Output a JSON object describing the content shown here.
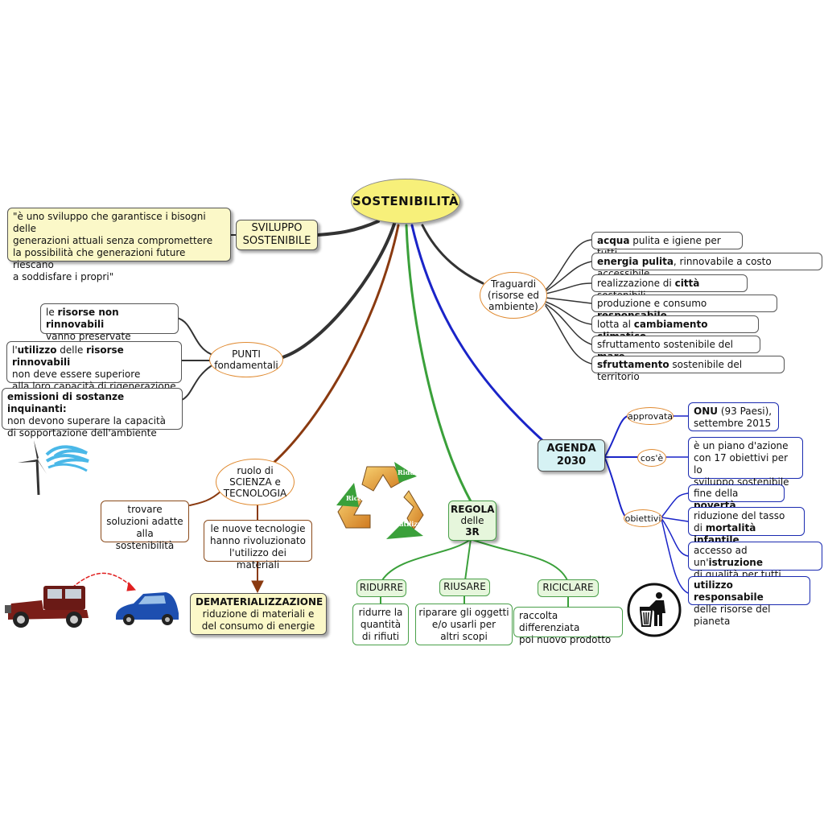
{
  "central": "SOSTENIBILITÀ",
  "sviluppo": {
    "label_line1": "SVILUPPO",
    "label_line2": "SOSTENIBILE",
    "definition": [
      "\"è uno sviluppo che garantisce i bisogni delle",
      "generazioni attuali senza compromettere",
      "la possibilità che generazioni future riescano",
      "a soddisfare i propri\""
    ]
  },
  "punti": {
    "label_line1": "PUNTI",
    "label_line2": "fondamentali",
    "item1": {
      "a": "le ",
      "b": "risorse non rinnovabili",
      "c": "vanno preservate"
    },
    "item2": {
      "a": "l'",
      "b": "utilizzo",
      "c": " delle ",
      "d": "risorse rinnovabili",
      "e": "non deve essere superiore",
      "f": "alla loro capacità di rigenerazione"
    },
    "item3": {
      "b": "emissioni di sostanze inquinanti:",
      "c": "non devono superare la capacità",
      "d": "di sopportazione dell'ambiente"
    }
  },
  "scienza": {
    "label_line1": "ruolo di",
    "label_line2": "SCIENZA e",
    "label_line3": "TECNOLOGIA",
    "trovare": [
      "trovare",
      "soluzioni adatte",
      "alla sostenibilità"
    ],
    "nuove": [
      "le nuove tecnologie",
      "hanno rivoluzionato",
      "l'utilizzo dei materiali"
    ],
    "demat_title": "DEMATERIALIZZAZIONE",
    "demat_text": [
      "riduzione di materiali e",
      "del consumo di energie"
    ]
  },
  "regola": {
    "line1": "REGOLA",
    "line2": "delle",
    "line3": "3R",
    "recycle_labels": {
      "riduci": "Riduci",
      "ricicla": "Ricicla",
      "riutilizza": "Riutilizza"
    },
    "ridurre": "RIDURRE",
    "riusare": "RIUSARE",
    "riciclare": "RICICLARE",
    "ridurre_desc": [
      "ridurre la",
      "quantità",
      "di rifiuti"
    ],
    "riusare_desc": [
      "riparare gli oggetti",
      "e/o usarli per",
      "altri scopi"
    ],
    "riciclare_desc": [
      "raccolta differenziata",
      "poi nuovo prodotto"
    ]
  },
  "traguardi": {
    "label_line1": "Traguardi",
    "label_line2": "(risorse ed",
    "label_line3": "ambiente)",
    "t1": {
      "b": "acqua",
      "r": " pulita e igiene per tutti"
    },
    "t2": {
      "b": "energia pulita",
      "r": ", rinnovabile a costo accessibile"
    },
    "t3": {
      "r1": "realizzazione di ",
      "b": "città",
      "r2": " sostenibili"
    },
    "t4": {
      "r1": "produzione e consumo ",
      "b": "responsabile"
    },
    "t5": {
      "r1": "lotta al ",
      "b": "cambiamento climatico"
    },
    "t6": {
      "r1": "sfruttamento sostenibile del ",
      "b": "mare"
    },
    "t7": {
      "b": "sfruttamento",
      "r": " sostenibile del territorio"
    }
  },
  "agenda": {
    "line1": "AGENDA",
    "line2": "2030",
    "approvata": "approvata",
    "cose": "cos'è",
    "obiettivi": "obiettivi",
    "onu": {
      "b": "ONU",
      "r": " (93 Paesi),",
      "r2": "settembre 2015"
    },
    "piano": [
      "è un piano d'azione",
      "con 17 obiettivi per lo",
      "sviluppo sostenibile"
    ],
    "o1": {
      "r": "fine della ",
      "b": "povertà"
    },
    "o2": {
      "r1": "riduzione del tasso",
      "r2": "di ",
      "b": "mortalità infantile"
    },
    "o3": {
      "r1": "accesso ad un'",
      "b": "istruzione",
      "r2": "di qualità per tutti"
    },
    "o4": {
      "b": "utilizzo responsabile",
      "r": "delle risorse del pianeta"
    }
  },
  "colors": {
    "central_fill": "#f7f07a",
    "sviluppo_branch": "#333333",
    "scienza_branch": "#8a3a10",
    "regola_branch": "#3aa03a",
    "agenda_branch": "#1a24c8",
    "node_orange": "#e08a30"
  },
  "icons": [
    "wind-turbine-icon",
    "recycle-icon",
    "vintage-car-icon",
    "electric-car-icon",
    "trash-bin-icon"
  ]
}
